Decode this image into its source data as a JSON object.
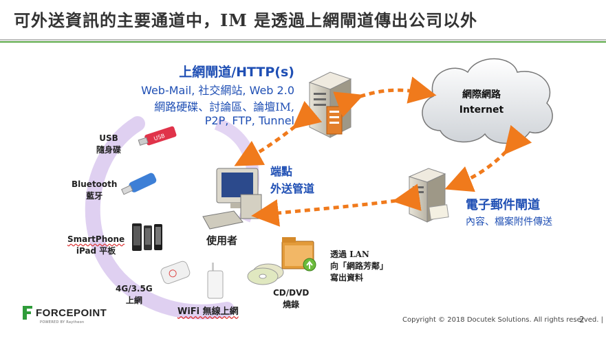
{
  "slide": {
    "title": "可外送資訊的主要通道中，IM 是透過上網閘道傳出公司以外"
  },
  "http_channel": {
    "title": "上網閘道/HTTP(s)",
    "lines": [
      "Web-Mail, 社交網站, Web 2.0",
      "網路硬碟、討論區、論壇IM,",
      "P2P, FTP, Tunnel"
    ]
  },
  "internet": {
    "label_zh": "網際網路",
    "label_en": "Internet"
  },
  "endpoint": {
    "line1": "端點",
    "line2": "外送管道"
  },
  "user": {
    "label": "使用者"
  },
  "email_channel": {
    "title": "電子郵件閘道",
    "subtitle": "內容、檔案附件傳送"
  },
  "devices": {
    "usb": {
      "line1": "USB",
      "line2": "隨身碟"
    },
    "bluetooth": {
      "line1": "Bluetooth",
      "line2": "藍牙"
    },
    "smartphone": {
      "line1": "SmartPhone",
      "line2": "iPad 平板"
    },
    "g3": {
      "line1": "4G/3.5G",
      "line2": "上網"
    },
    "wifi": {
      "line1": "WiFi 無線上網"
    },
    "cddvd": {
      "line1": "CD/DVD",
      "line2": "燒錄"
    },
    "lan": {
      "line1": "透過 LAN",
      "line2": "向「網路芳鄰」",
      "line3": "寫出資料"
    }
  },
  "footer": {
    "copyright": "Copyright © 2018 Docutek Solutions. All rights reserved. |",
    "page": "2",
    "logo_text": "FORCEPOINT",
    "logo_sub": "POWERED BY Raytheon"
  },
  "colors": {
    "accent_blue": "#1f4fb4",
    "arrow_orange": "#f07a1c",
    "arc_lavender": "#d9c6ee",
    "rule_green": "#5aa845"
  }
}
